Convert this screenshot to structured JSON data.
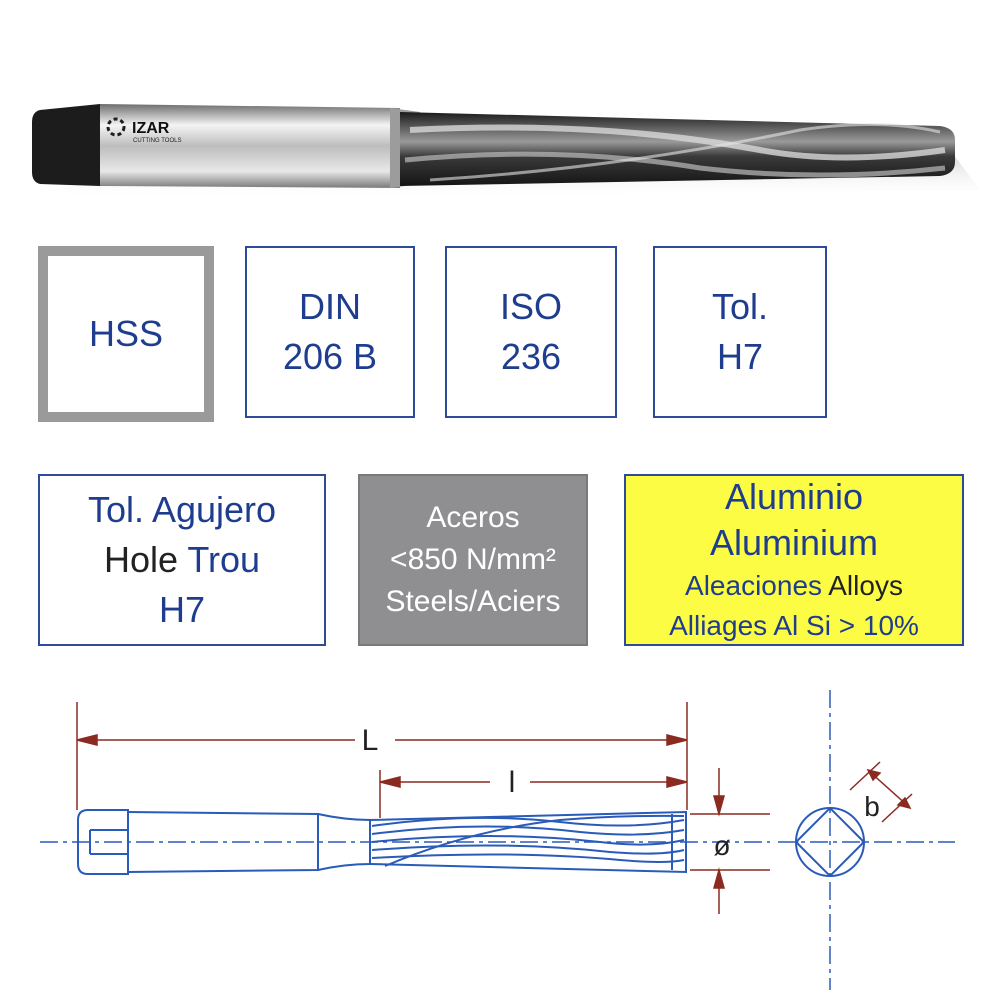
{
  "product": {
    "brand": "IZAR",
    "brand_sub": "CUTTING TOOLS"
  },
  "spec_boxes": {
    "material": "HSS",
    "din_line1": "DIN",
    "din_line2": "206 B",
    "iso_line1": "ISO",
    "iso_line2": "236",
    "tol_line1": "Tol.",
    "tol_line2": "H7"
  },
  "hole_box": {
    "line1": "Tol. Agujero",
    "hole_word": "Hole",
    "trou_word": "Trou",
    "line3": "H7"
  },
  "steel_box": {
    "line1": "Aceros",
    "line2": "<850 N/mm²",
    "line3": "Steels/Aciers"
  },
  "alu_box": {
    "line1": "Aluminio",
    "line2": "Aluminium",
    "line3a": "Aleaciones",
    "line3b": "Alloys",
    "line4": "Alliages Al Si > 10%"
  },
  "drawing": {
    "label_L": "L",
    "label_l": "l",
    "label_diameter": "ø",
    "label_b": "b"
  },
  "colors": {
    "brand_blue": "#1f3d8f",
    "line_blue": "#2a5bb8",
    "dim_red": "#8a2a20",
    "gray_box": "#8f8f91",
    "yellow_box": "#fdfc44"
  }
}
